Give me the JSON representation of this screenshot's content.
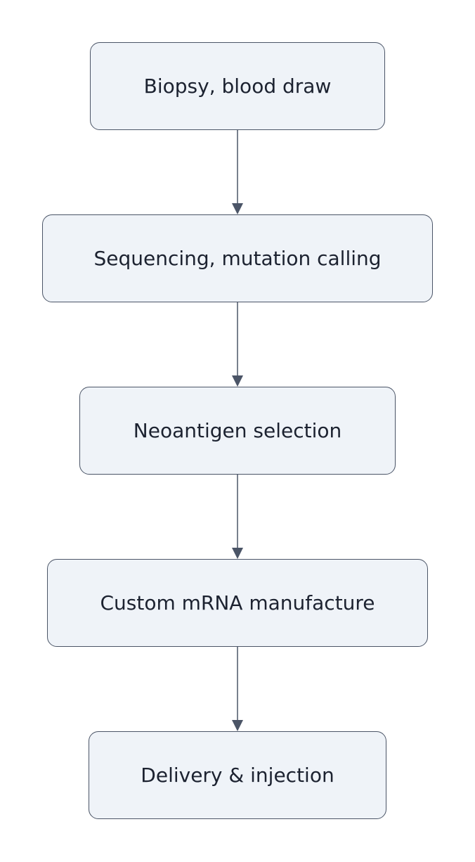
{
  "diagram": {
    "type": "flowchart",
    "direction": "top-to-bottom",
    "colors": {
      "node_fill": "#eff3f8",
      "node_border": "#4b5567",
      "text": "#1c2230",
      "connector": "#4b5567"
    },
    "nodes": [
      {
        "label": "Biopsy, blood draw"
      },
      {
        "label": "Sequencing, mutation calling"
      },
      {
        "label": "Neoantigen selection"
      },
      {
        "label": "Custom mRNA manufacture"
      },
      {
        "label": "Delivery & injection"
      }
    ],
    "edges": [
      {
        "from": 0,
        "to": 1
      },
      {
        "from": 1,
        "to": 2
      },
      {
        "from": 2,
        "to": 3
      },
      {
        "from": 3,
        "to": 4
      }
    ]
  }
}
